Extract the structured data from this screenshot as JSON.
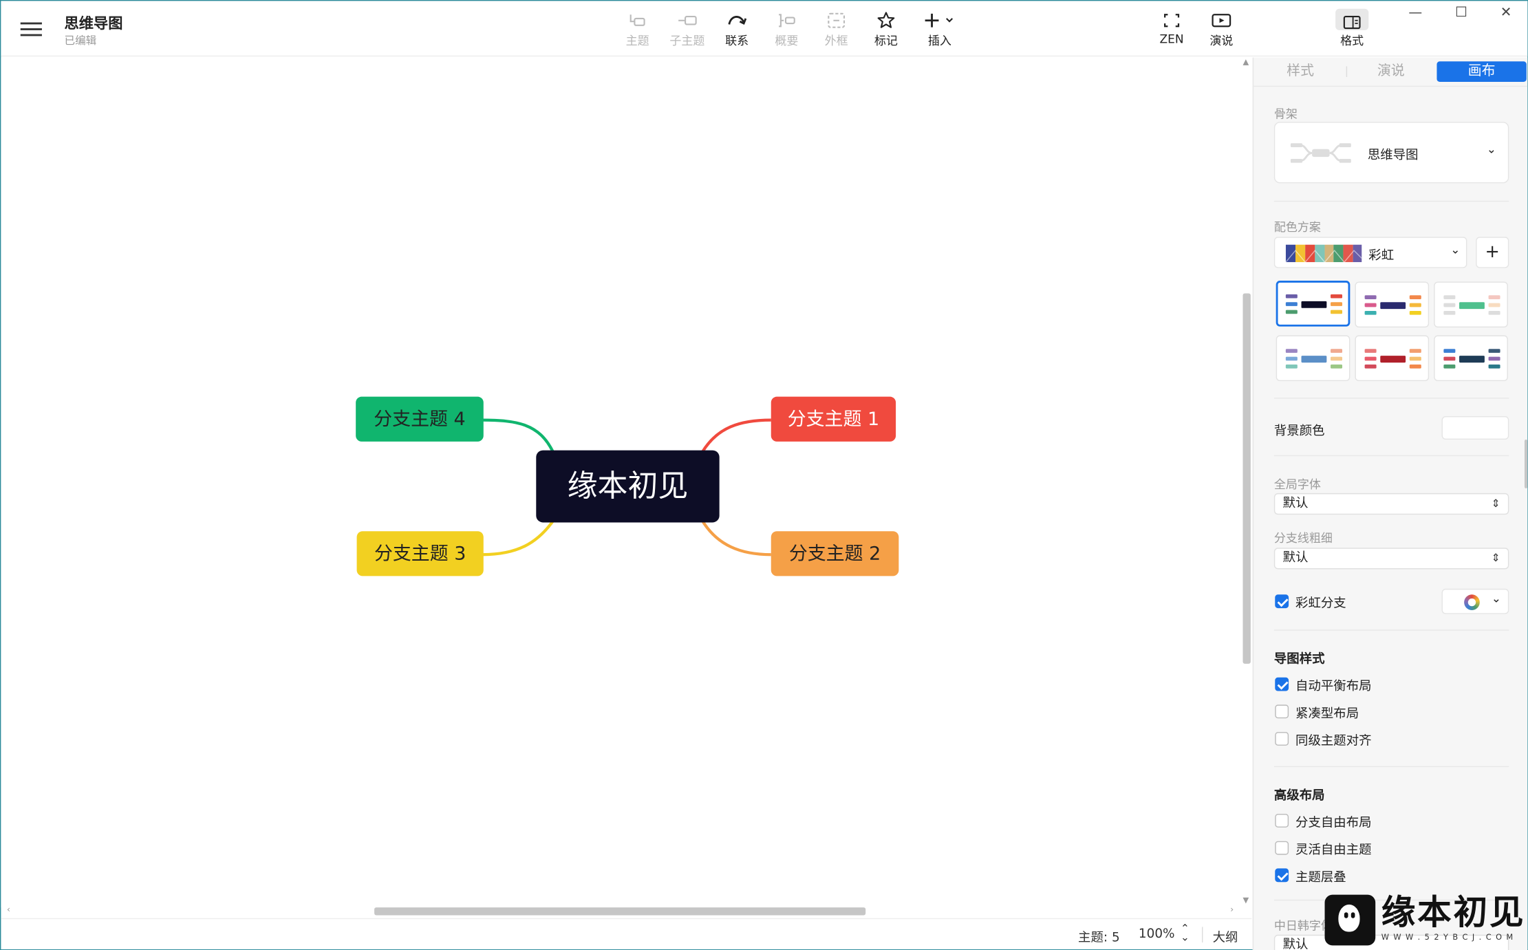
{
  "app": {
    "title": "思维导图",
    "status": "已编辑"
  },
  "toolbar": {
    "items": [
      {
        "label": "主题",
        "icon": "topic-icon",
        "enabled": false
      },
      {
        "label": "子主题",
        "icon": "subtopic-icon",
        "enabled": false
      },
      {
        "label": "联系",
        "icon": "relationship-icon",
        "enabled": true
      },
      {
        "label": "概要",
        "icon": "summary-icon",
        "enabled": false
      },
      {
        "label": "外框",
        "icon": "boundary-icon",
        "enabled": false
      },
      {
        "label": "标记",
        "icon": "star-icon",
        "enabled": true
      },
      {
        "label": "插入",
        "icon": "plus-icon",
        "enabled": true
      }
    ],
    "zen_label": "ZEN",
    "present_label": "演说",
    "format_label": "格式"
  },
  "window": {
    "minimize": "—",
    "maximize": "☐",
    "close": "✕"
  },
  "mindmap": {
    "central": {
      "label": "缘本初见",
      "color": "#0d0d26"
    },
    "branches": [
      {
        "label": "分支主题 1",
        "color": "#f04a3e"
      },
      {
        "label": "分支主题 2",
        "color": "#f5a047"
      },
      {
        "label": "分支主题 3",
        "color": "#f2d021"
      },
      {
        "label": "分支主题 4",
        "color": "#10b56e"
      }
    ]
  },
  "statusbar": {
    "topic_count": "主题: 5",
    "zoom": "100%",
    "outline": "大纲"
  },
  "panel": {
    "tabs": [
      {
        "label": "样式",
        "active": false
      },
      {
        "label": "演说",
        "active": false
      },
      {
        "label": "画布",
        "active": true
      }
    ],
    "skeleton_label": "骨架",
    "skeleton_value": "思维导图",
    "color_scheme_label": "配色方案",
    "color_scheme_value": "彩虹",
    "scheme_stripe": [
      "#3b4a9c",
      "#f2c232",
      "#e34b3d",
      "#7fc6b8",
      "#d3b47a",
      "#4c9c6e",
      "#e2574c",
      "#6a5ea8"
    ],
    "bg_color_label": "背景颜色",
    "global_font_label": "全局字体",
    "global_font_value": "默认",
    "branch_width_label": "分支线粗细",
    "branch_width_value": "默认",
    "rainbow_branch": {
      "label": "彩虹分支",
      "checked": true
    },
    "map_style_title": "导图样式",
    "map_style_options": [
      {
        "label": "自动平衡布局",
        "checked": true
      },
      {
        "label": "紧凑型布局",
        "checked": false
      },
      {
        "label": "同级主题对齐",
        "checked": false
      }
    ],
    "advanced_title": "高级布局",
    "advanced_options": [
      {
        "label": "分支自由布局",
        "checked": false
      },
      {
        "label": "灵活自由主题",
        "checked": false
      },
      {
        "label": "主题层叠",
        "checked": true
      }
    ],
    "cjk_font_label": "中日韩字体",
    "cjk_font_value": "默认"
  },
  "watermark": {
    "text": "缘本初见",
    "url": "W W W . 5 2 Y B C J . C O M"
  }
}
